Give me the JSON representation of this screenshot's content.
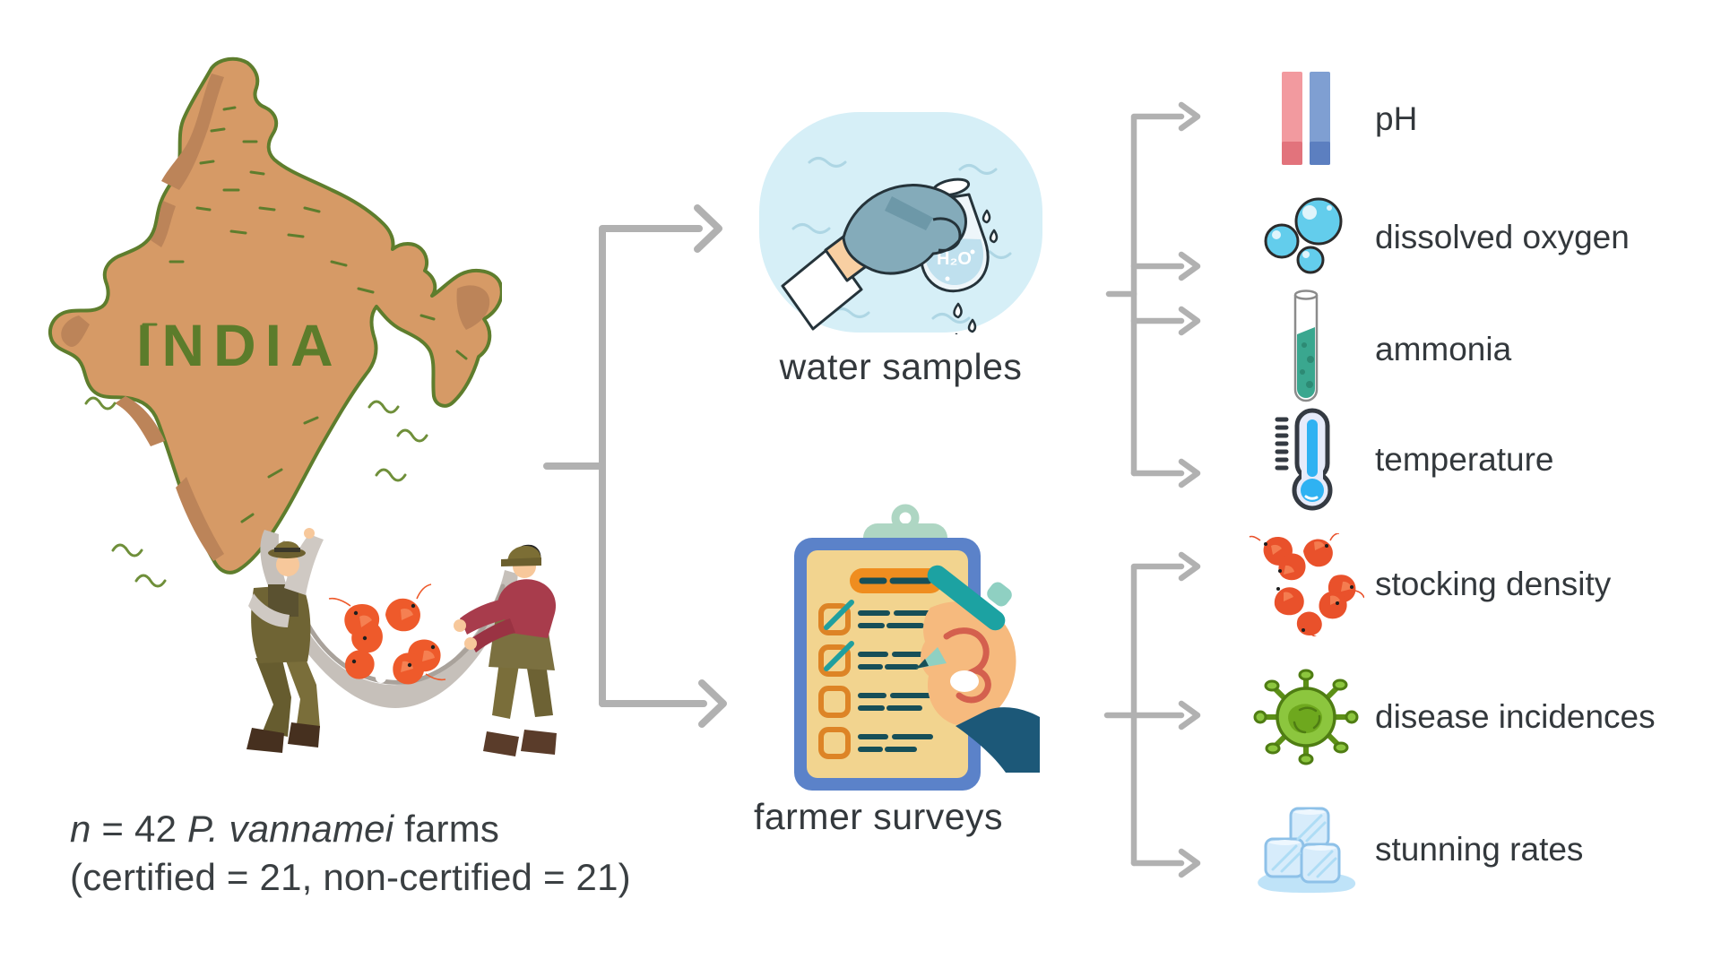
{
  "figure": {
    "map_label": "INDIA",
    "caption": {
      "n_var": "n",
      "count_part": " = 42 ",
      "species": "P. vannamei",
      "farms_suffix": " farms",
      "line2": "(certified = 21, non-certified = 21)"
    },
    "sources": [
      {
        "label": "water samples",
        "flask_text": "H₂O",
        "icon": "water-sampling-hand-flask"
      },
      {
        "label": "farmer surveys",
        "icon": "clipboard-survey-hand"
      }
    ]
  },
  "measurements": [
    {
      "label": "pH",
      "icon": "ph-strips-icon",
      "group": "water samples"
    },
    {
      "label": "dissolved oxygen",
      "icon": "bubbles-icon",
      "group": "water samples"
    },
    {
      "label": "ammonia",
      "icon": "test-tube-icon",
      "group": "water samples"
    },
    {
      "label": "temperature",
      "icon": "thermometer-icon",
      "group": "water samples"
    },
    {
      "label": "stocking density",
      "icon": "shrimp-cluster-icon",
      "group": "farmer surveys"
    },
    {
      "label": "disease incidences",
      "icon": "virus-icon",
      "group": "farmer surveys"
    },
    {
      "label": "stunning rates",
      "icon": "ice-cubes-icon",
      "group": "farmer surveys"
    }
  ],
  "colors": {
    "arrow_gray": "#b1b1b1",
    "text_dark": "#33383c",
    "map_tan": "#d69a66",
    "map_shadow": "#bc8459",
    "map_green": "#5e7d2d",
    "water_blob_blue": "#d6eff7",
    "clipboard_blue": "#5b82c9",
    "clipboard_paper": "#f2d48f",
    "survey_orange": "#ef8d1f",
    "survey_teal": "#1f9f9f",
    "shrimp_orange": "#e9512b",
    "virus_green": "#7ab326",
    "ice_blue": "#d7ecfb",
    "ph_pink": "#f29a9f",
    "ph_blue": "#7f9fd2",
    "tube_teal": "#3aa78f",
    "thermo_blue": "#2fb2f2"
  }
}
